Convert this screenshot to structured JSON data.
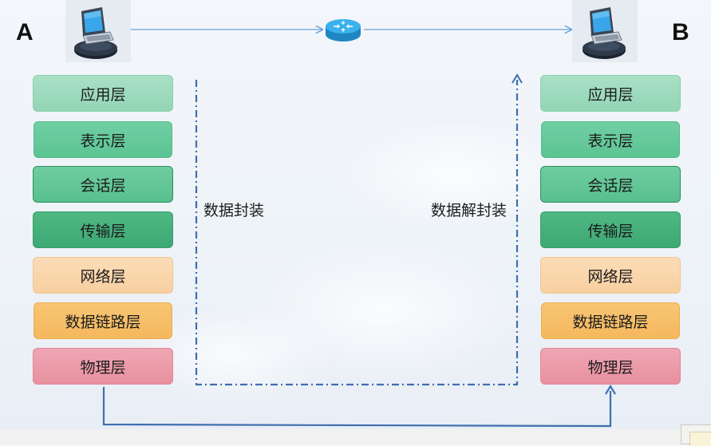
{
  "hosts": {
    "left_label": "A",
    "right_label": "B"
  },
  "layers_left": [
    "应用层",
    "表示层",
    "会话层",
    "传输层",
    "网络层",
    "数据链路层",
    "物理层"
  ],
  "layers_right": [
    "应用层",
    "表示层",
    "会话层",
    "传输层",
    "网络层",
    "数据链路层",
    "物理层"
  ],
  "captions": {
    "encapsulation": "数据封装",
    "decapsulation": "数据解封装"
  },
  "icons": {
    "left_host": "laptop-icon",
    "right_host": "laptop-icon",
    "middle": "router-icon"
  },
  "colors": {
    "application": "#9cdabd",
    "presentation": "#63c898",
    "session": "#63c698",
    "transport": "#46b07b",
    "network": "#f9d5ab",
    "data_link": "#f6be68",
    "physical": "#eb9aa8",
    "dashed_line": "#3f6fae",
    "link_line": "#3f6fae",
    "top_line": "#6aa0d8",
    "router": "#2da8e5"
  }
}
